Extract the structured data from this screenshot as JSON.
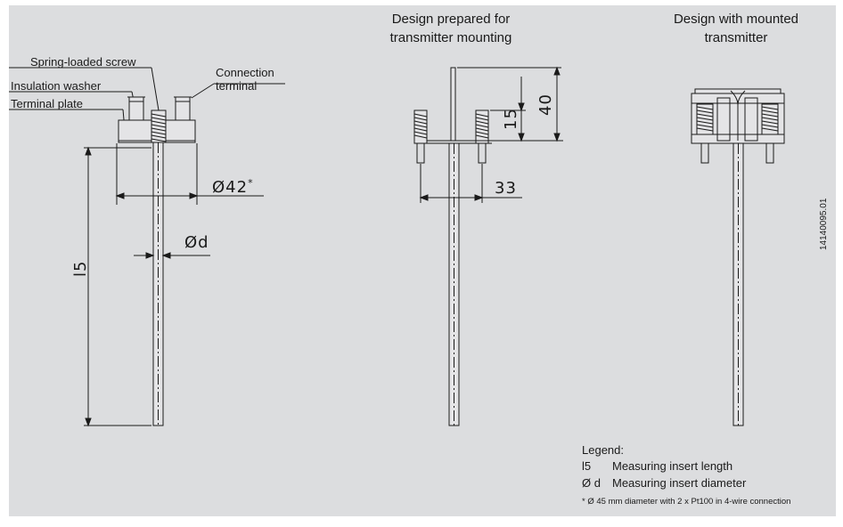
{
  "headers": {
    "middle": "Design prepared for transmitter mounting",
    "right": "Design with mounted transmitter"
  },
  "labels": {
    "spring_loaded_screw": "Spring-loaded screw",
    "connection_terminal": "Connection terminal",
    "insulation_washer": "Insulation washer",
    "terminal_plate": "Terminal plate"
  },
  "dimensions": {
    "outer_diameter": "Ø42",
    "outer_diameter_mark": "*",
    "insert_diameter": "Ød",
    "insert_length": "l5",
    "height_15": "15",
    "height_40": "40",
    "width_33": "33"
  },
  "doc_id": "14140095.01",
  "legend": {
    "title": "Legend:",
    "items": [
      {
        "symbol": "l5",
        "text": "Measuring insert length"
      },
      {
        "symbol": "Ø d",
        "text": "Measuring insert diameter"
      }
    ],
    "footnote": "* Ø 45 mm diameter with 2 x Pt100 in 4-wire connection"
  }
}
